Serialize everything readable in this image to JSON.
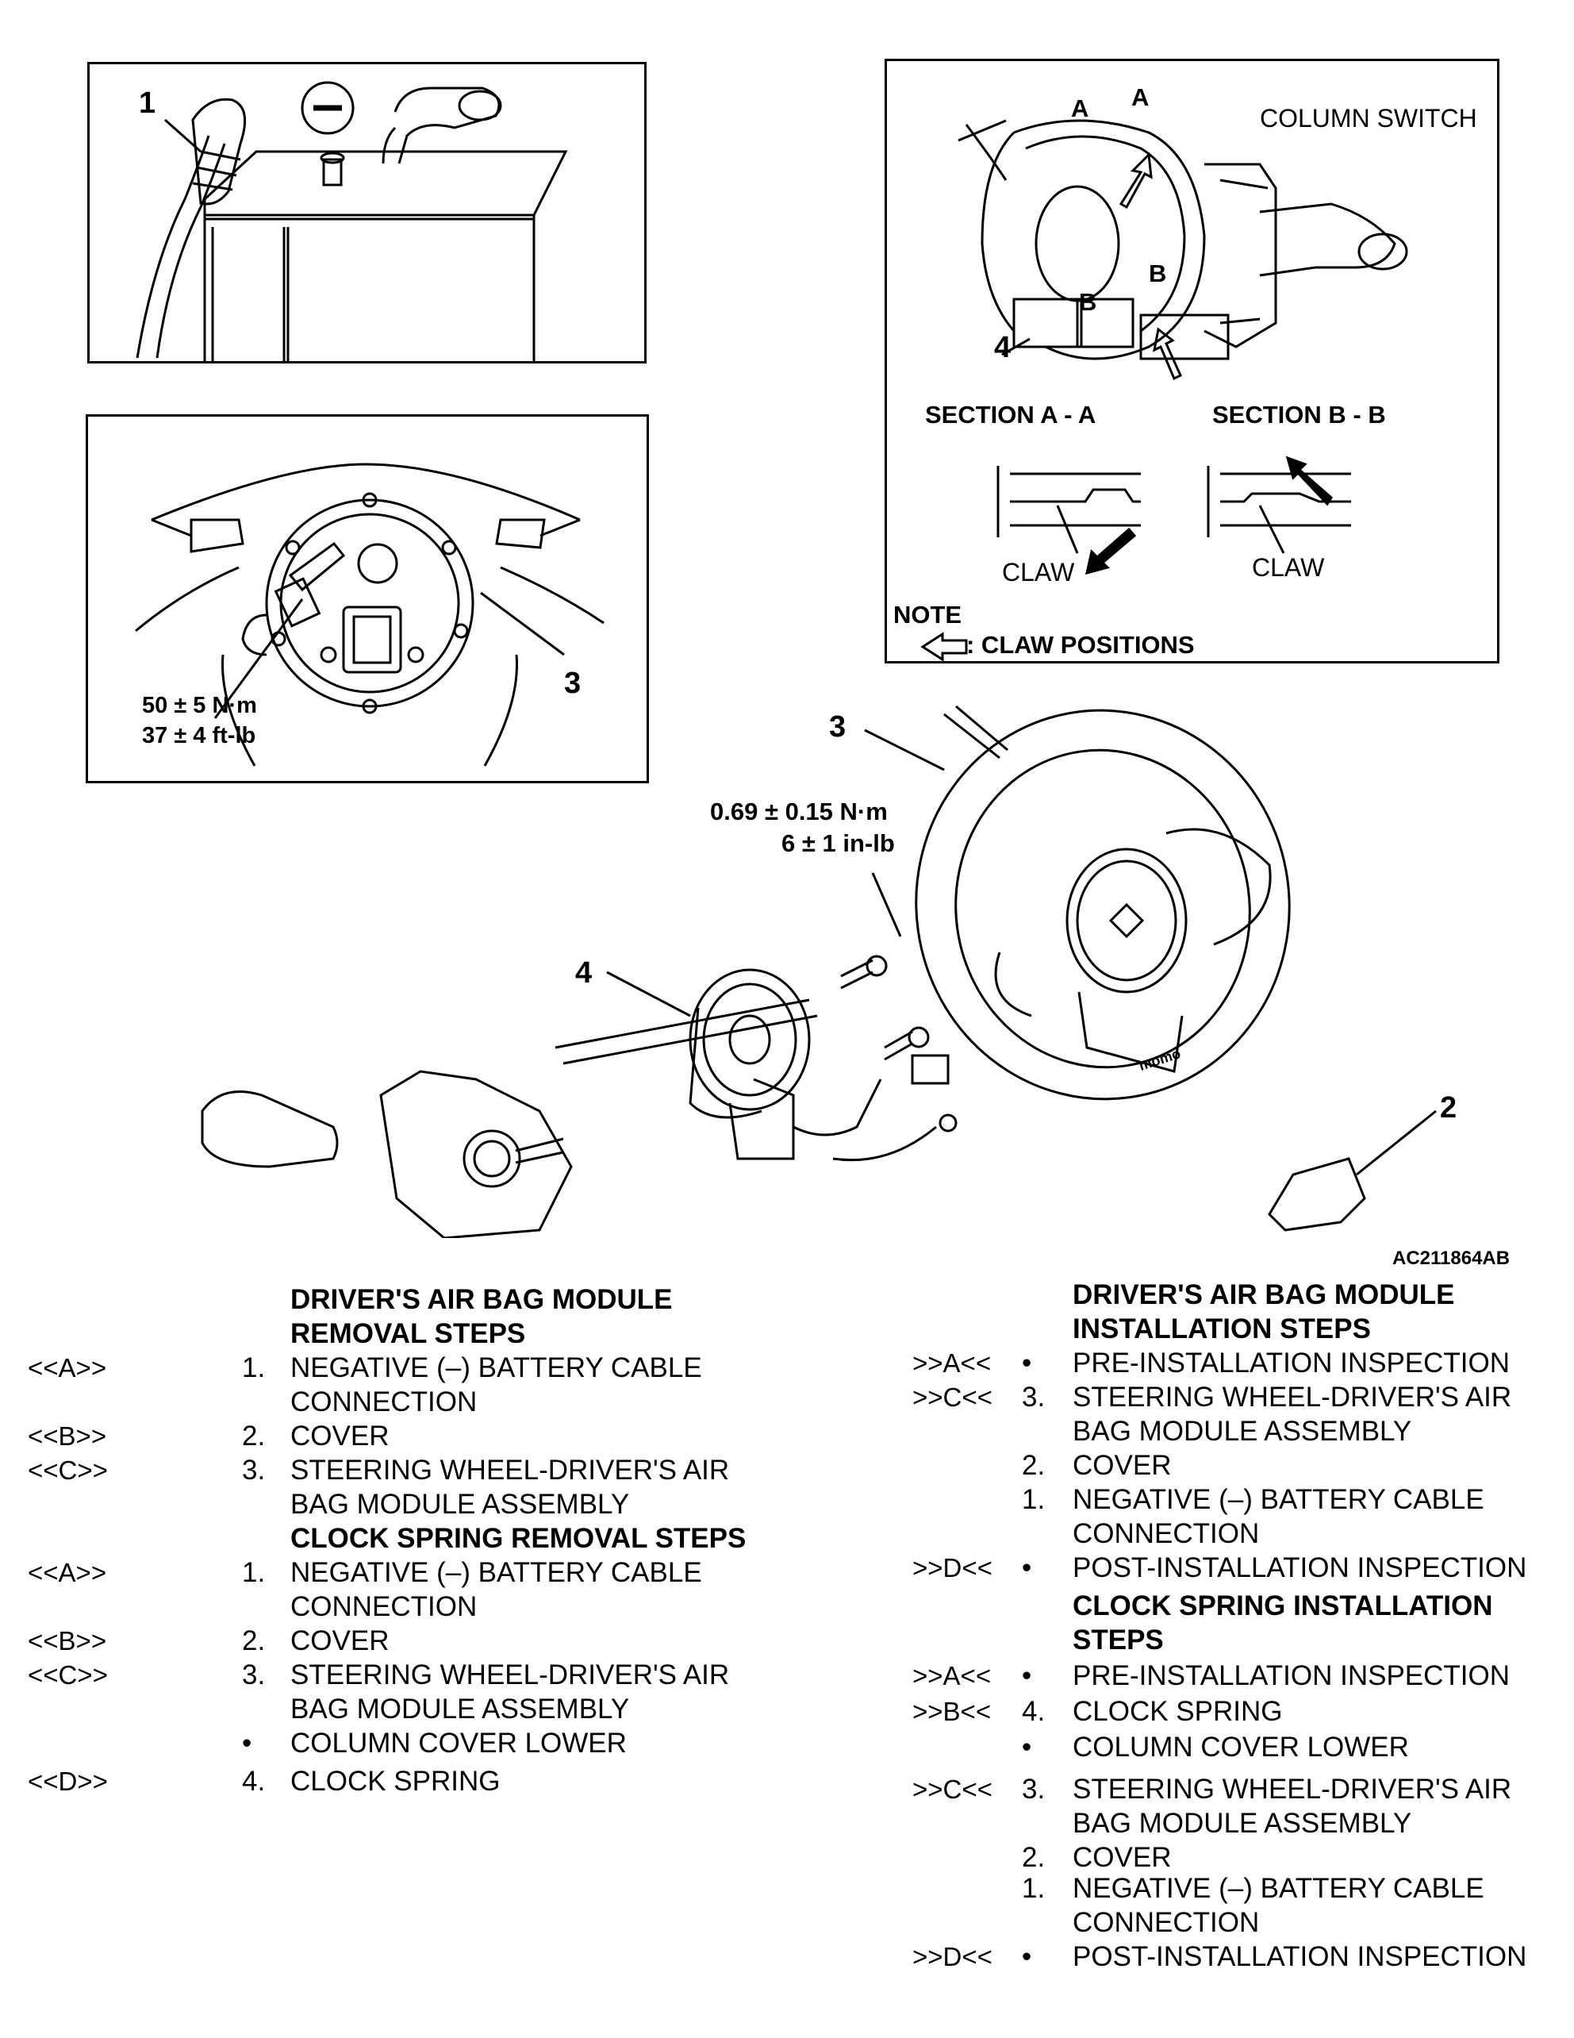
{
  "battery_inset": {
    "callout": "1"
  },
  "wheel_inset": {
    "torque_nm": "50 ± 5 N·m",
    "torque_ft": "37 ± 4 ft-lb",
    "callout": "3"
  },
  "clock_inset": {
    "column_switch": "COLUMN SWITCH",
    "callout": "4",
    "a_label": "A",
    "b_label": "B",
    "section_a": "SECTION A - A",
    "section_b": "SECTION B - B",
    "claw": "CLAW",
    "note": "NOTE",
    "claw_positions": ": CLAW POSITIONS"
  },
  "main_diagram": {
    "callout_3": "3",
    "callout_4": "4",
    "callout_2": "2",
    "torque_nm": "0.69 ± 0.15 N·m",
    "torque_inlb": "6 ± 1 in-lb",
    "wheel_brand": "momo",
    "figure_code": "AC211864AB"
  },
  "removal": {
    "heading1": "DRIVER'S AIR BAG MODULE",
    "heading2": "REMOVAL STEPS",
    "rows": [
      {
        "code": "<<A>>",
        "mark": "1.",
        "line1": "NEGATIVE (–) BATTERY CABLE",
        "line2": "CONNECTION"
      },
      {
        "code": "<<B>>",
        "mark": "2.",
        "line1": "COVER",
        "line2": ""
      },
      {
        "code": "<<C>>",
        "mark": "3.",
        "line1": "STEERING WHEEL-DRIVER'S AIR",
        "line2": "BAG MODULE ASSEMBLY"
      }
    ],
    "clock_heading": "CLOCK SPRING REMOVAL STEPS",
    "clock_rows": [
      {
        "code": "<<A>>",
        "mark": "1.",
        "line1": "NEGATIVE (–) BATTERY CABLE",
        "line2": "CONNECTION"
      },
      {
        "code": "<<B>>",
        "mark": "2.",
        "line1": "COVER",
        "line2": ""
      },
      {
        "code": "<<C>>",
        "mark": "3.",
        "line1": "STEERING WHEEL-DRIVER'S AIR",
        "line2": "BAG MODULE ASSEMBLY"
      },
      {
        "code": "",
        "mark": "•",
        "line1": "COLUMN COVER LOWER",
        "line2": ""
      },
      {
        "code": "<<D>>",
        "mark": "4.",
        "line1": "CLOCK SPRING",
        "line2": ""
      }
    ]
  },
  "installation": {
    "heading1": "DRIVER'S AIR BAG MODULE",
    "heading2": "INSTALLATION STEPS",
    "rows": [
      {
        "code": ">>A<<",
        "mark": "•",
        "line1": "PRE-INSTALLATION INSPECTION",
        "line2": ""
      },
      {
        "code": ">>C<<",
        "mark": "3.",
        "line1": "STEERING WHEEL-DRIVER'S AIR",
        "line2": "BAG MODULE ASSEMBLY"
      },
      {
        "code": "",
        "mark": "2.",
        "line1": "COVER",
        "line2": ""
      },
      {
        "code": "",
        "mark": "1.",
        "line1": "NEGATIVE (–) BATTERY CABLE",
        "line2": "CONNECTION"
      },
      {
        "code": ">>D<<",
        "mark": "•",
        "line1": "POST-INSTALLATION INSPECTION",
        "line2": ""
      }
    ],
    "clock_heading1": "CLOCK SPRING INSTALLATION",
    "clock_heading2": "STEPS",
    "clock_rows": [
      {
        "code": ">>A<<",
        "mark": "•",
        "line1": "PRE-INSTALLATION INSPECTION",
        "line2": ""
      },
      {
        "code": ">>B<<",
        "mark": "4.",
        "line1": "CLOCK SPRING",
        "line2": ""
      },
      {
        "code": "",
        "mark": "•",
        "line1": "COLUMN COVER LOWER",
        "line2": ""
      },
      {
        "code": ">>C<<",
        "mark": "3.",
        "line1": "STEERING WHEEL-DRIVER'S AIR",
        "line2": "BAG MODULE ASSEMBLY"
      },
      {
        "code": "",
        "mark": "2.",
        "line1": "COVER",
        "line2": ""
      },
      {
        "code": "",
        "mark": "1.",
        "line1": "NEGATIVE (–) BATTERY CABLE",
        "line2": "CONNECTION"
      },
      {
        "code": ">>D<<",
        "mark": "•",
        "line1": "POST-INSTALLATION INSPECTION",
        "line2": ""
      }
    ]
  }
}
